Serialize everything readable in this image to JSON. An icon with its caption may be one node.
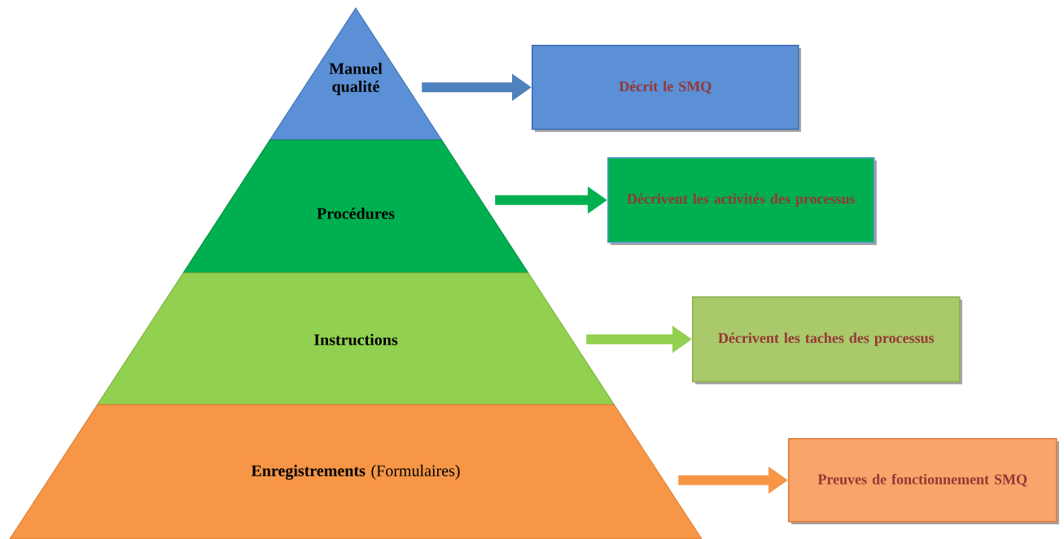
{
  "diagram": {
    "nodes": [
      {
        "text": [
          "Manuel qualité"
        ]
      },
      {
        "text": [
          "Procédures"
        ]
      },
      {
        "text": [
          "Instructions"
        ]
      },
      {
        "text": [
          "**Enregistrements** (Formulaires)"
        ]
      },
      {
        "text": [
          "Décrit le SMQ"
        ]
      },
      {
        "text": [
          "Décrivent les activités des processus"
        ]
      },
      {
        "text": [
          "Décrivent les taches des processus"
        ]
      },
      {
        "text": [
          "Preuves de fonctionnement SMQ"
        ]
      }
    ],
    "edges": [
      {
        "from": 0,
        "to": 4,
        "arrow": "to",
        "color": "#4f81bd"
      },
      {
        "from": 1,
        "to": 5,
        "arrow": "to",
        "color": "#00b050"
      },
      {
        "from": 2,
        "to": 6,
        "arrow": "to",
        "color": "#92d050"
      },
      {
        "from": 3,
        "to": 7,
        "arrow": "to",
        "color": "#f79646"
      }
    ]
  }
}
